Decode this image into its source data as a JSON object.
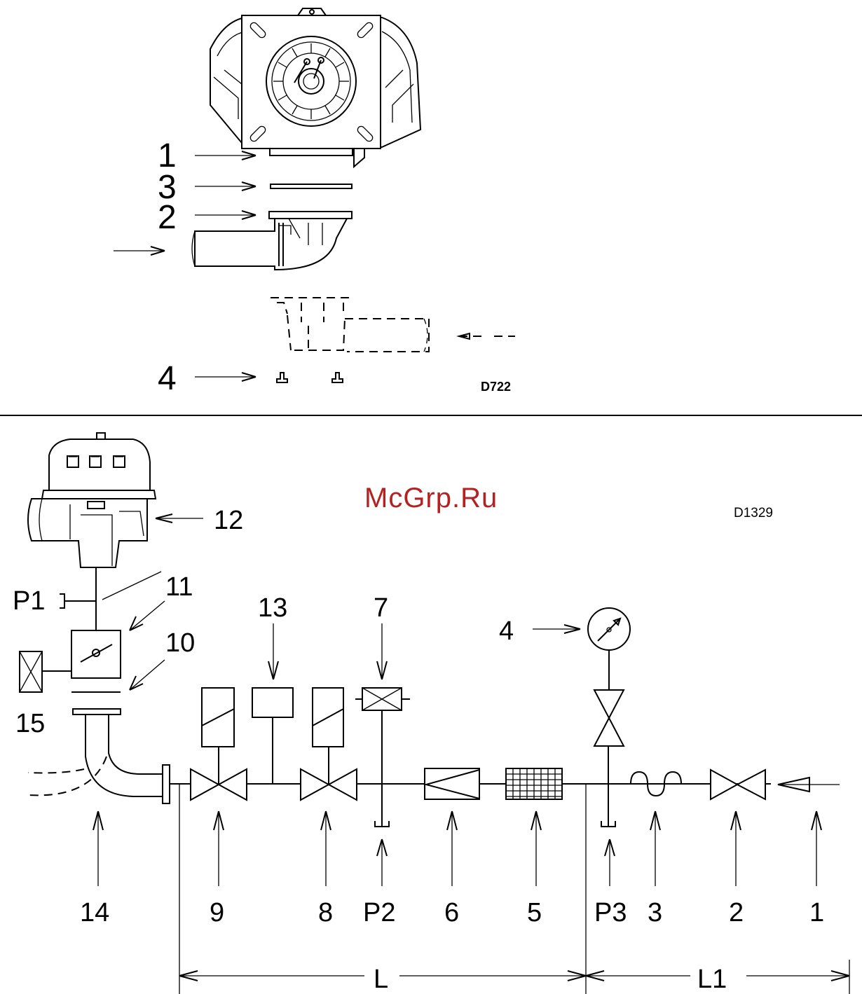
{
  "top_diagram": {
    "code": "D722",
    "labels": {
      "l1": "1",
      "l3": "3",
      "l2": "2",
      "l4": "4"
    }
  },
  "bottom_diagram": {
    "code": "D1329",
    "watermark": "McGrp.Ru",
    "labels": {
      "n12": "12",
      "n11": "11",
      "n10": "10",
      "n15": "15",
      "n13": "13",
      "n7": "7",
      "n4": "4",
      "p1": "P1",
      "n14": "14",
      "n9": "9",
      "n8": "8",
      "p2": "P2",
      "n6": "6",
      "n5": "5",
      "p3": "P3",
      "n3": "3",
      "n2": "2",
      "n1": "1",
      "len_l": "L",
      "len_l1": "L1"
    }
  }
}
